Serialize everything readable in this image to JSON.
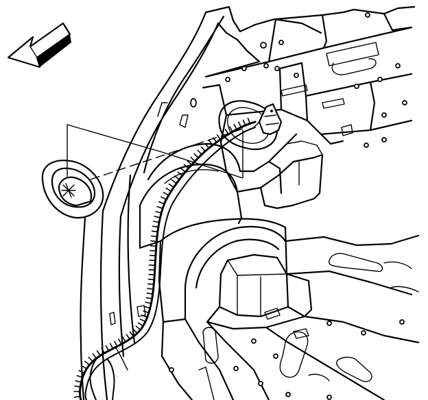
{
  "figure": {
    "view": "rear-quarter-interior-wire-harness-routing"
  },
  "components": {
    "direction_arrow": {
      "icon": "front-arrow-icon",
      "direction": "up-left"
    },
    "detail_callout": {
      "icon": "harness-grommet-detail"
    },
    "wire_harness": {
      "icon": "corrugated-wire-harness"
    },
    "connector": {
      "icon": "harness-connector-bracket"
    },
    "wheelhouse": {
      "icon": "rear-wheelhouse"
    },
    "floor_panel": {
      "icon": "rear-floor-pan"
    }
  },
  "colors": {
    "line": "#000000",
    "background": "#ffffff"
  }
}
